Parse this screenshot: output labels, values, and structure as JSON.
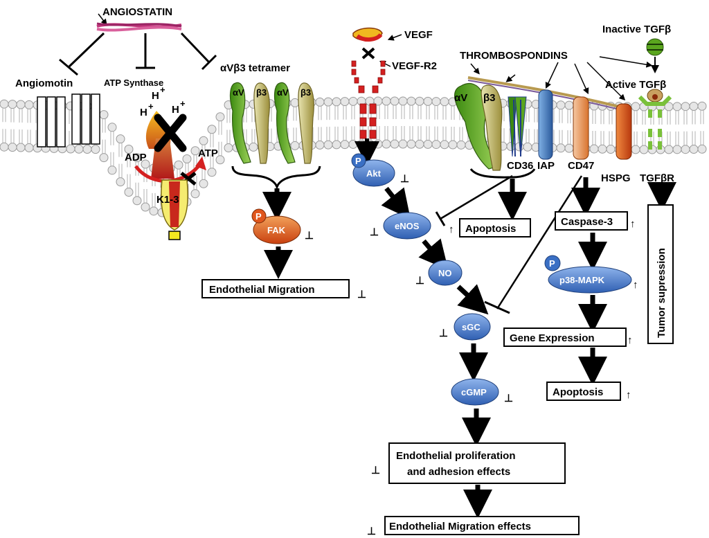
{
  "labels": {
    "angiostatin": "ANGIOSTATIN",
    "angiomotin": "Angiomotin",
    "atp_synthase": "ATP Synthase",
    "h_plus": "H",
    "plus": "+",
    "adp": "ADP",
    "atp": "ATP",
    "k13": "K1-3",
    "avb3_tetramer": "αVβ3 tetramer",
    "av": "αV",
    "b3": "β3",
    "vegf": "VEGF",
    "vegf_r2": "VEGF-R2",
    "thrombospondins": "THROMBOSPONDINS",
    "inactive_tgfb": "Inactive TGFβ",
    "active_tgfb": "Active TGFβ",
    "cd36": "CD36",
    "iap": "IAP",
    "cd47": "CD47",
    "hspg": "HSPG",
    "tgfbr": "TGFβR",
    "p": "P",
    "up": "↑",
    "inhibit": "⊥"
  },
  "nodes": {
    "fak": "FAK",
    "akt": "Akt",
    "enos": "eNOS",
    "no": "NO",
    "sgc": "sGC",
    "cgmp": "cGMP",
    "p38": "p38-MAPK"
  },
  "boxes": {
    "endo_migration": "Endothelial Migration",
    "apoptosis_1": "Apoptosis",
    "caspase3": "Caspase-3",
    "gene_expression": "Gene Expression",
    "apoptosis_2": "Apoptosis",
    "tumor_suppression": "Tumor supression",
    "endo_prolif_1": "Endothelial proliferation",
    "endo_prolif_2": "and adhesion effects",
    "endo_migration_effects": "Endothelial Migration effects"
  },
  "colors": {
    "membrane_head": "#d9d9d9",
    "angiostatin": "#c0357a",
    "node_blue": "#3a6fc4",
    "fak_orange": "#e0561c",
    "receptor_red": "#d42020",
    "integrin_green": "#5aa51e",
    "integrin_tan": "#c9c27a"
  }
}
